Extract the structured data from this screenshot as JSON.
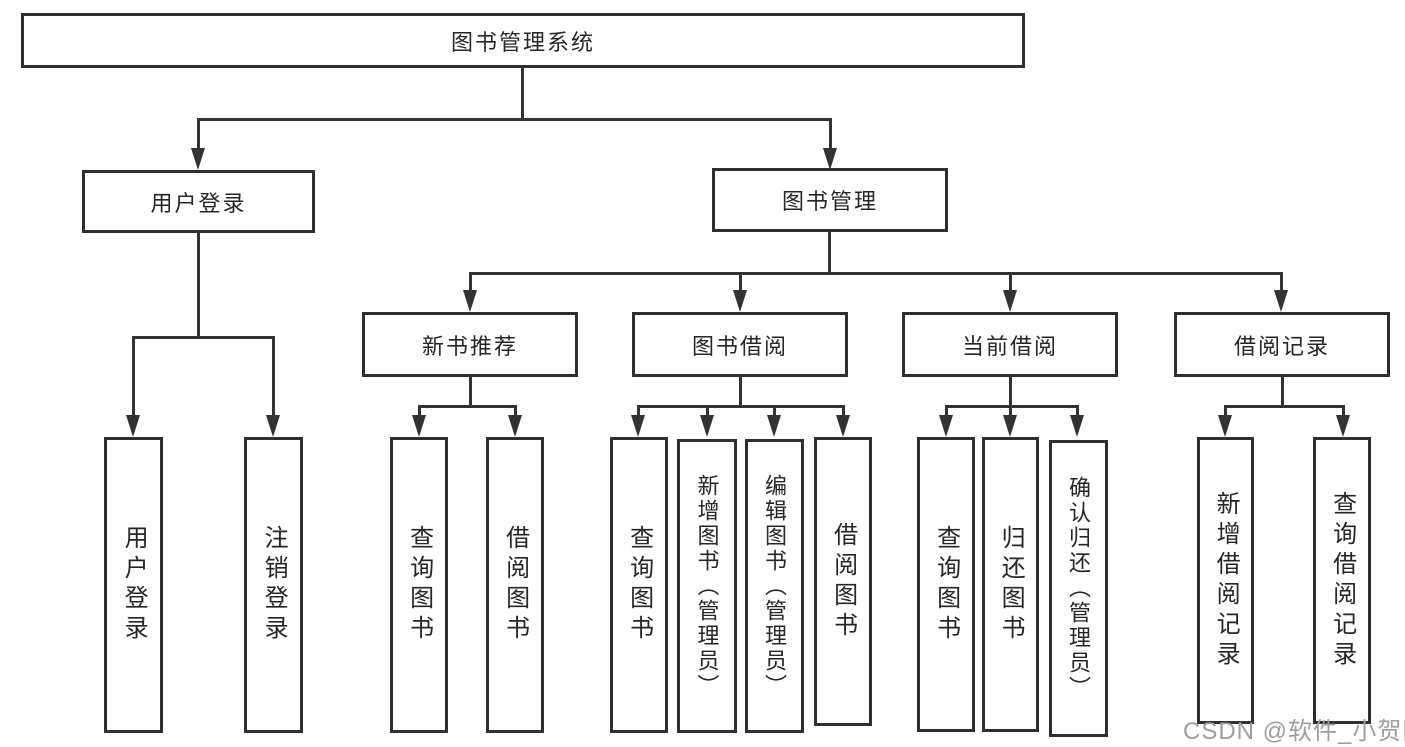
{
  "diagram": {
    "title": "图书管理系统",
    "level2": [
      {
        "label": "用户登录"
      },
      {
        "label": "图书管理"
      }
    ],
    "level3": [
      {
        "label": "新书推荐"
      },
      {
        "label": "图书借阅"
      },
      {
        "label": "当前借阅"
      },
      {
        "label": "借阅记录"
      }
    ],
    "leaves": {
      "user_login": [
        "用户登录",
        "注销登录"
      ],
      "new_book_rec": [
        "查询图书",
        "借阅图书"
      ],
      "book_borrow": [
        "查询图书",
        "新增图书（管理员）",
        "编辑图书（管理员）",
        "借阅图书"
      ],
      "current_borrow": [
        "查询图书",
        "归还图书",
        "确认归还（管理员）"
      ],
      "borrow_records": [
        "新增借阅记录",
        "查询借阅记录"
      ]
    }
  },
  "watermark": "CSDN @软件_小贺同学",
  "colors": {
    "line": "#333333",
    "border": "#2f2f2f",
    "text": "#262626",
    "watermark": "#9e9e9e",
    "background": "#ffffff"
  }
}
